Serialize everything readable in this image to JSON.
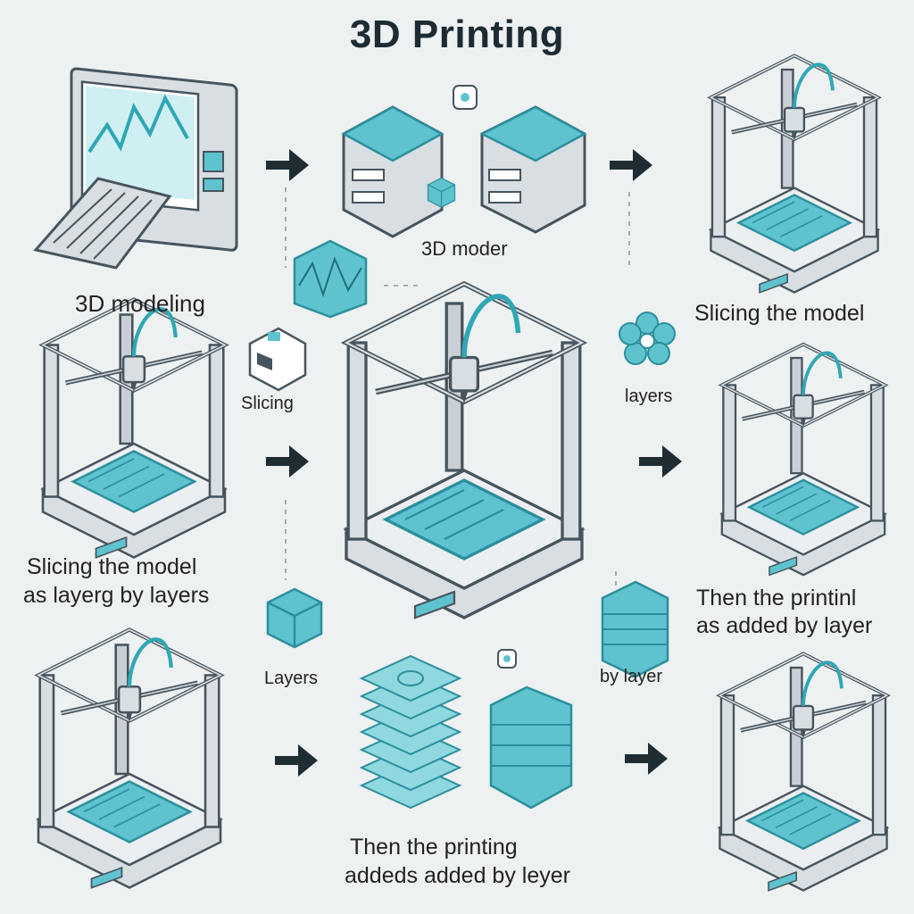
{
  "title": "3D Printing",
  "colors": {
    "background": "#eef1f2",
    "teal": "#5fc3cf",
    "teal_dark": "#2a8f9c",
    "frame": "#d9dee2",
    "outline": "#46545d",
    "arrow": "#1f2d33"
  },
  "labels": {
    "modeling": "3D modeling",
    "model": "3D moder",
    "slicing_model": "Slicing the model",
    "slicing": "Slicing",
    "layers_top": "layers",
    "slicing_layers_line1": "Slicing the model",
    "slicing_layers_line2": "as layerg by layers",
    "then_printinl_line1": "Then the printinl",
    "then_printinl_line2": "as added by layer",
    "layers_mid": "Layers",
    "by_layer": "by layer",
    "then_printing_line1": "Then the printing",
    "then_printing_line2": "addeds added by leyer"
  },
  "icons": [
    "computer-icon",
    "server-icon",
    "printer-icon",
    "cube-icon",
    "flower-icon",
    "layer-stack-icon",
    "arrow-right-icon"
  ]
}
